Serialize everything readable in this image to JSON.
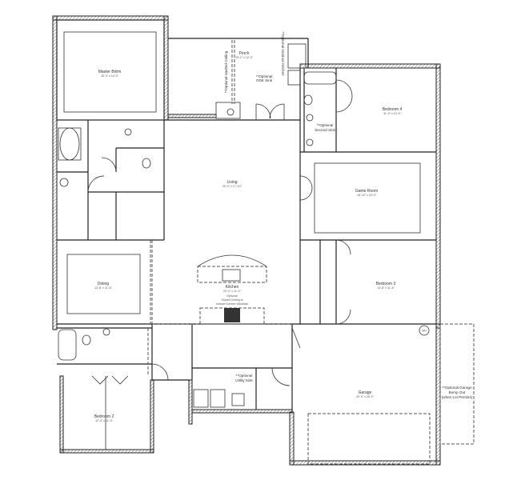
{
  "rooms": {
    "master": {
      "name": "Master Bdrm",
      "dim": "15'-4\" x 14'-0\""
    },
    "porch": {
      "name": "Porch",
      "dim": "19'-1\" x 12'-0\""
    },
    "bedroom4": {
      "name": "Bedroom 4",
      "dim": "11'-0\" x 12'-0\""
    },
    "living": {
      "name": "Living",
      "dim": "20'-0\" x 17'-10\""
    },
    "gameroom": {
      "name": "Game Room",
      "dim": "18'-10\" x 15'-0\""
    },
    "dining": {
      "name": "Dining",
      "dim": "13'-6\" x 11'-6\""
    },
    "kitchen": {
      "name": "Kitchen",
      "dim": "24'-2\" x 11'-0\""
    },
    "bedroom3": {
      "name": "Bedroom 3",
      "dim": "13'-8\" x 11'-6\""
    },
    "bedroom2": {
      "name": "Bedroom 2",
      "dim": "12'-4\" x 11'-0\""
    },
    "garage": {
      "name": "Garage",
      "dim": "20'-0\" x 20'-0\""
    }
  },
  "notes": {
    "vaulted": "**Optional Vaulted Ceiling",
    "outdoor_kitchen": "**Optional Outdoor Kitchen",
    "odk_sink_1": "**Optional",
    "odk_sink_2": "ODK Sink",
    "second_sink_1": "**Optional",
    "second_sink_2": "Second Sink",
    "kitchen_opt_1": "Optional",
    "kitchen_opt_2": "Sloped Ceiling to",
    "kitchen_opt_3": "Include Dormer Windows",
    "utility_1": "**Optional",
    "utility_2": "Utility Sink",
    "garage_bump_1": "**Optional Garage",
    "garage_bump_2": "Bump Out",
    "garage_bump_3": "(when Lot Permits)",
    "water_heater": "WH"
  }
}
